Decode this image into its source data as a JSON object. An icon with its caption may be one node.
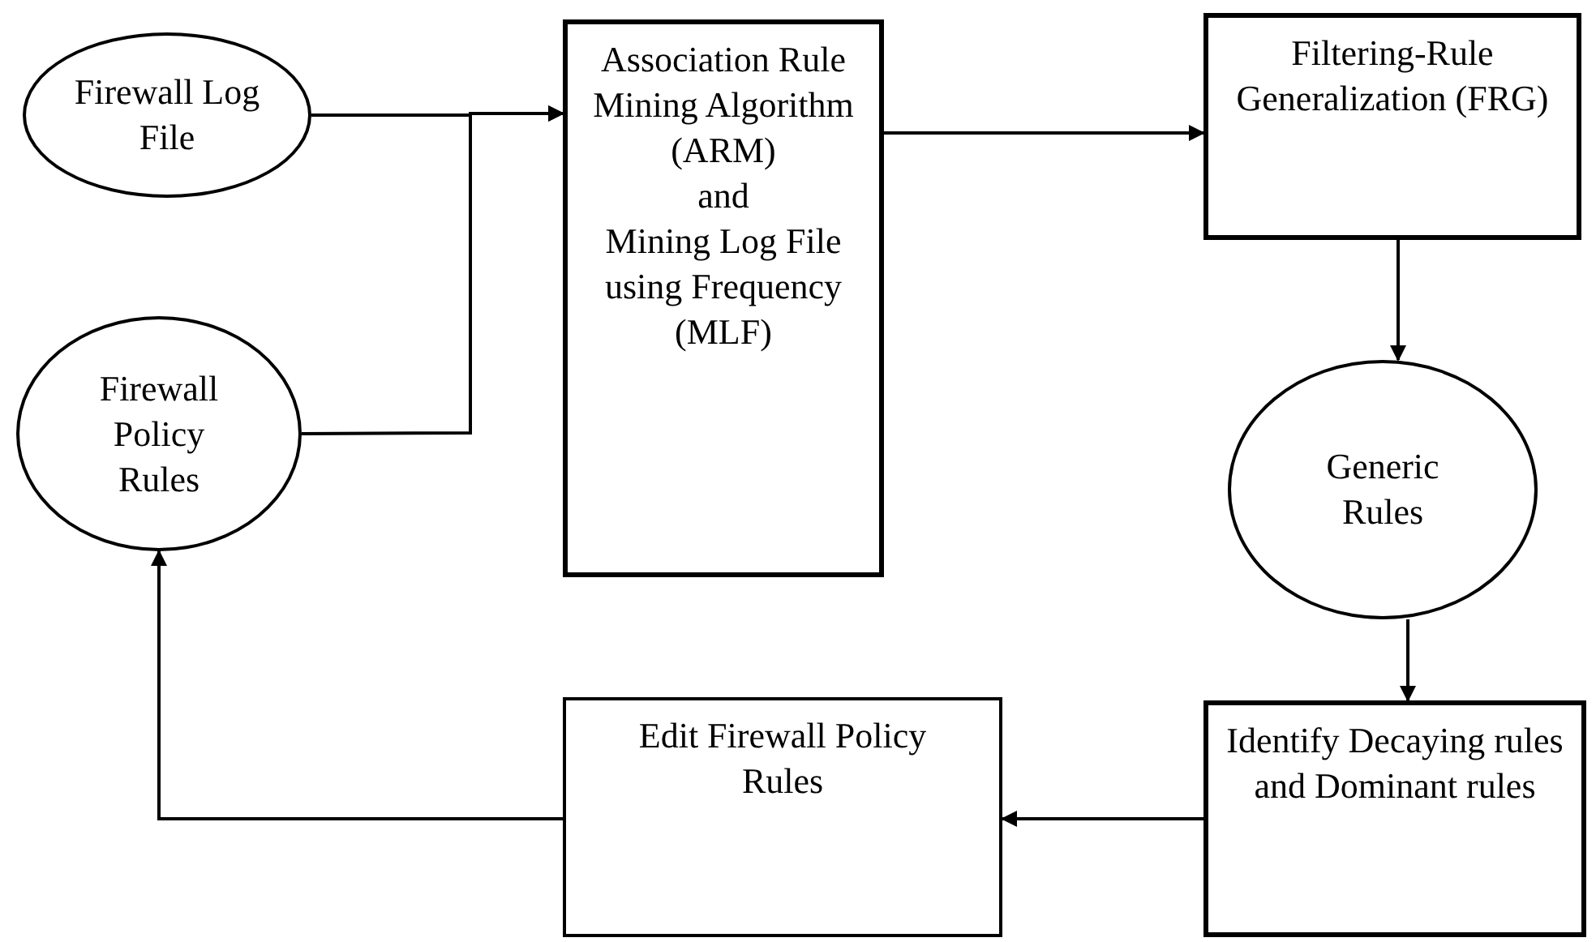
{
  "diagram": {
    "nodes": [
      {
        "text": [
          "Firewall Log File"
        ]
      },
      {
        "text": [
          "Firewall Policy Rules"
        ]
      },
      {
        "text": [
          "Association Rule Mining Algorithm (ARM)",
          "and",
          "Mining Log File using Frequency (MLF)"
        ]
      },
      {
        "text": [
          "Filtering-Rule Generalization (FRG)"
        ]
      },
      {
        "text": [
          "Generic Rules"
        ]
      },
      {
        "text": [
          "Identify Decaying rules and Dominant rules"
        ]
      },
      {
        "text": [
          "Edit Firewall Policy Rules"
        ]
      }
    ],
    "edges": [
      {
        "from": 0,
        "to": 2,
        "arrow": "to"
      },
      {
        "from": 1,
        "to": 2,
        "arrow": "to"
      },
      {
        "from": 2,
        "to": 3,
        "arrow": "to"
      },
      {
        "from": 3,
        "to": 4,
        "arrow": "to"
      },
      {
        "from": 4,
        "to": 5,
        "arrow": "to"
      },
      {
        "from": 5,
        "to": 6,
        "arrow": "to"
      },
      {
        "from": 6,
        "to": 1,
        "arrow": "to"
      }
    ]
  }
}
